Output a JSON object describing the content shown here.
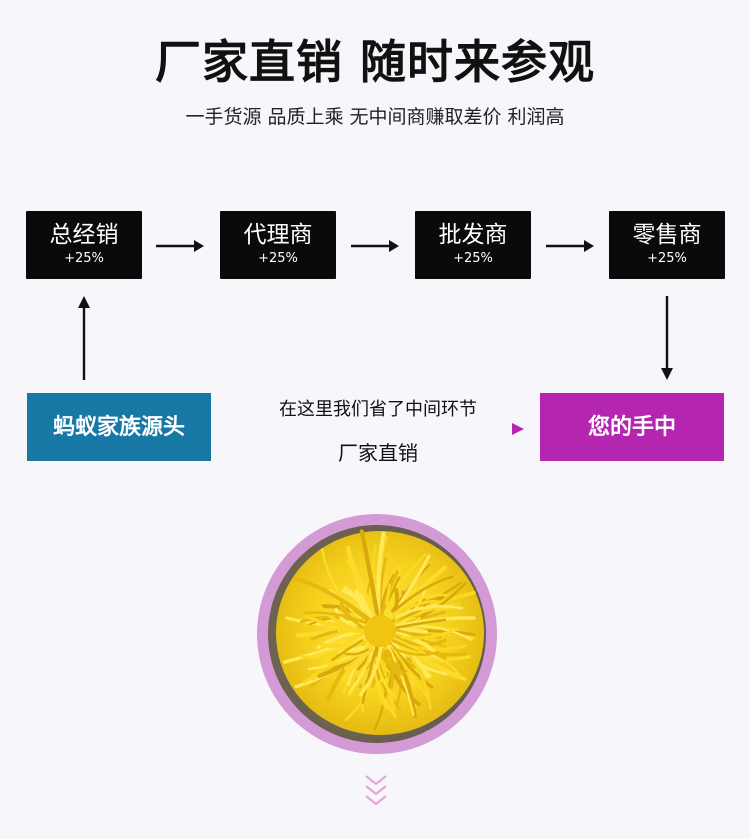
{
  "header": {
    "title": "厂家直销 随时来参观",
    "subtitle": "一手货源 品质上乘 无中间商赚取差价 利润高"
  },
  "chain": [
    {
      "name": "总经销",
      "markup": "+25%"
    },
    {
      "name": "代理商",
      "markup": "+25%"
    },
    {
      "name": "批发商",
      "markup": "+25%"
    },
    {
      "name": "零售商",
      "markup": "+25%"
    }
  ],
  "direct": {
    "source_label": "蚂蚁家族源头",
    "middle_top": "在这里我们省了中间环节",
    "middle_bottom": "厂家直销",
    "destination_label": "您的手中"
  },
  "colors": {
    "chain_box": "#0a0a0a",
    "source_box": "#1878a5",
    "destination_box": "#b425b0",
    "photo_ring": "#d49ad6",
    "chevron": "#e7a6d8"
  },
  "icons": {
    "photo": "yellow-chrysanthemum-photo",
    "scroll": "chevron-down-icon"
  }
}
